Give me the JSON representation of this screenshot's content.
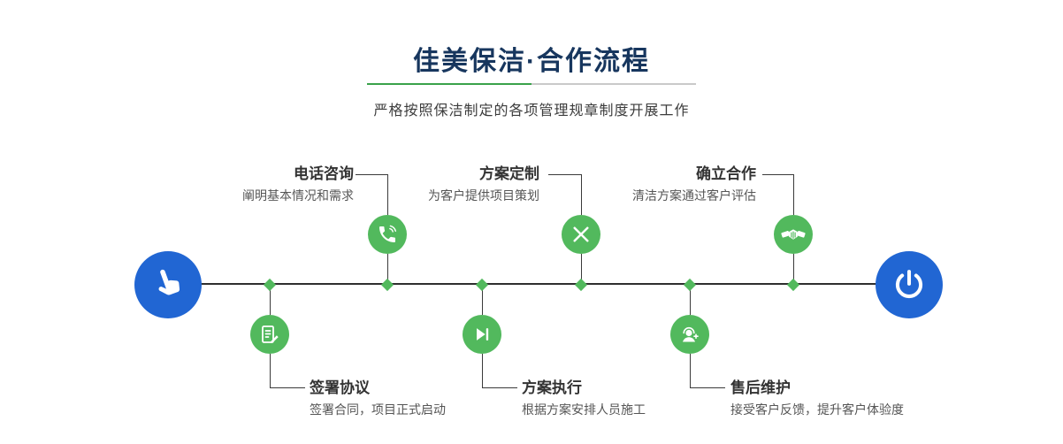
{
  "colors": {
    "accent_green": "#52b95d",
    "accent_blue": "#2166d3",
    "title_navy": "#17365e"
  },
  "header": {
    "title": "佳美保洁·合作流程",
    "subtitle": "严格按照保洁制定的各项管理规章制度开展工作"
  },
  "flow": {
    "start_icon": "hand-pointer-icon",
    "end_icon": "power-icon",
    "top_steps": [
      {
        "title": "电话咨询",
        "desc": "阐明基本情况和需求",
        "icon": "phone-icon"
      },
      {
        "title": "方案定制",
        "desc": "为客户提供项目策划",
        "icon": "design-icon"
      },
      {
        "title": "确立合作",
        "desc": "清洁方案通过客户评估",
        "icon": "handshake-icon"
      }
    ],
    "bottom_steps": [
      {
        "title": "签署协议",
        "desc": "签署合同，项目正式启动",
        "icon": "contract-icon"
      },
      {
        "title": "方案执行",
        "desc": "根据方案安排人员施工",
        "icon": "execute-icon"
      },
      {
        "title": "售后维护",
        "desc": "接受客户反馈，提升客户体验度",
        "icon": "service-icon"
      }
    ]
  }
}
